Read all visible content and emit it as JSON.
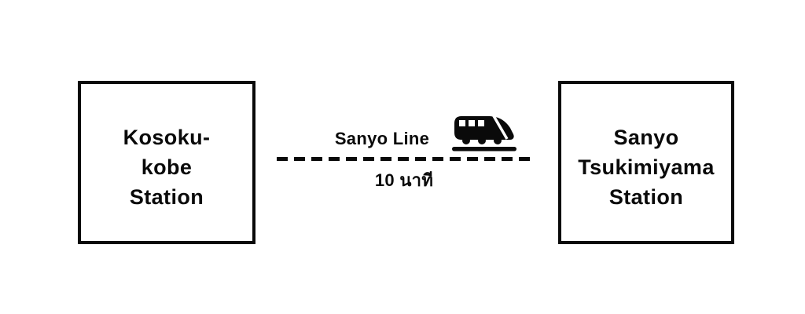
{
  "diagram": {
    "background_color": "#ffffff",
    "foreground_color": "#0a0a0a",
    "origin_station": {
      "name": "Kosoku-kobe Station",
      "lines": [
        "Kosoku-",
        "kobe",
        "Station"
      ]
    },
    "destination_station": {
      "name": "Sanyo Tsukimiyama Station",
      "lines": [
        "Sanyo",
        "Tsukimiyama",
        "Station"
      ]
    },
    "route": {
      "line_label": "Sanyo Line",
      "duration_label": "10 นาที",
      "icon": "bullet-train-icon",
      "connector_style": "dashed"
    }
  }
}
